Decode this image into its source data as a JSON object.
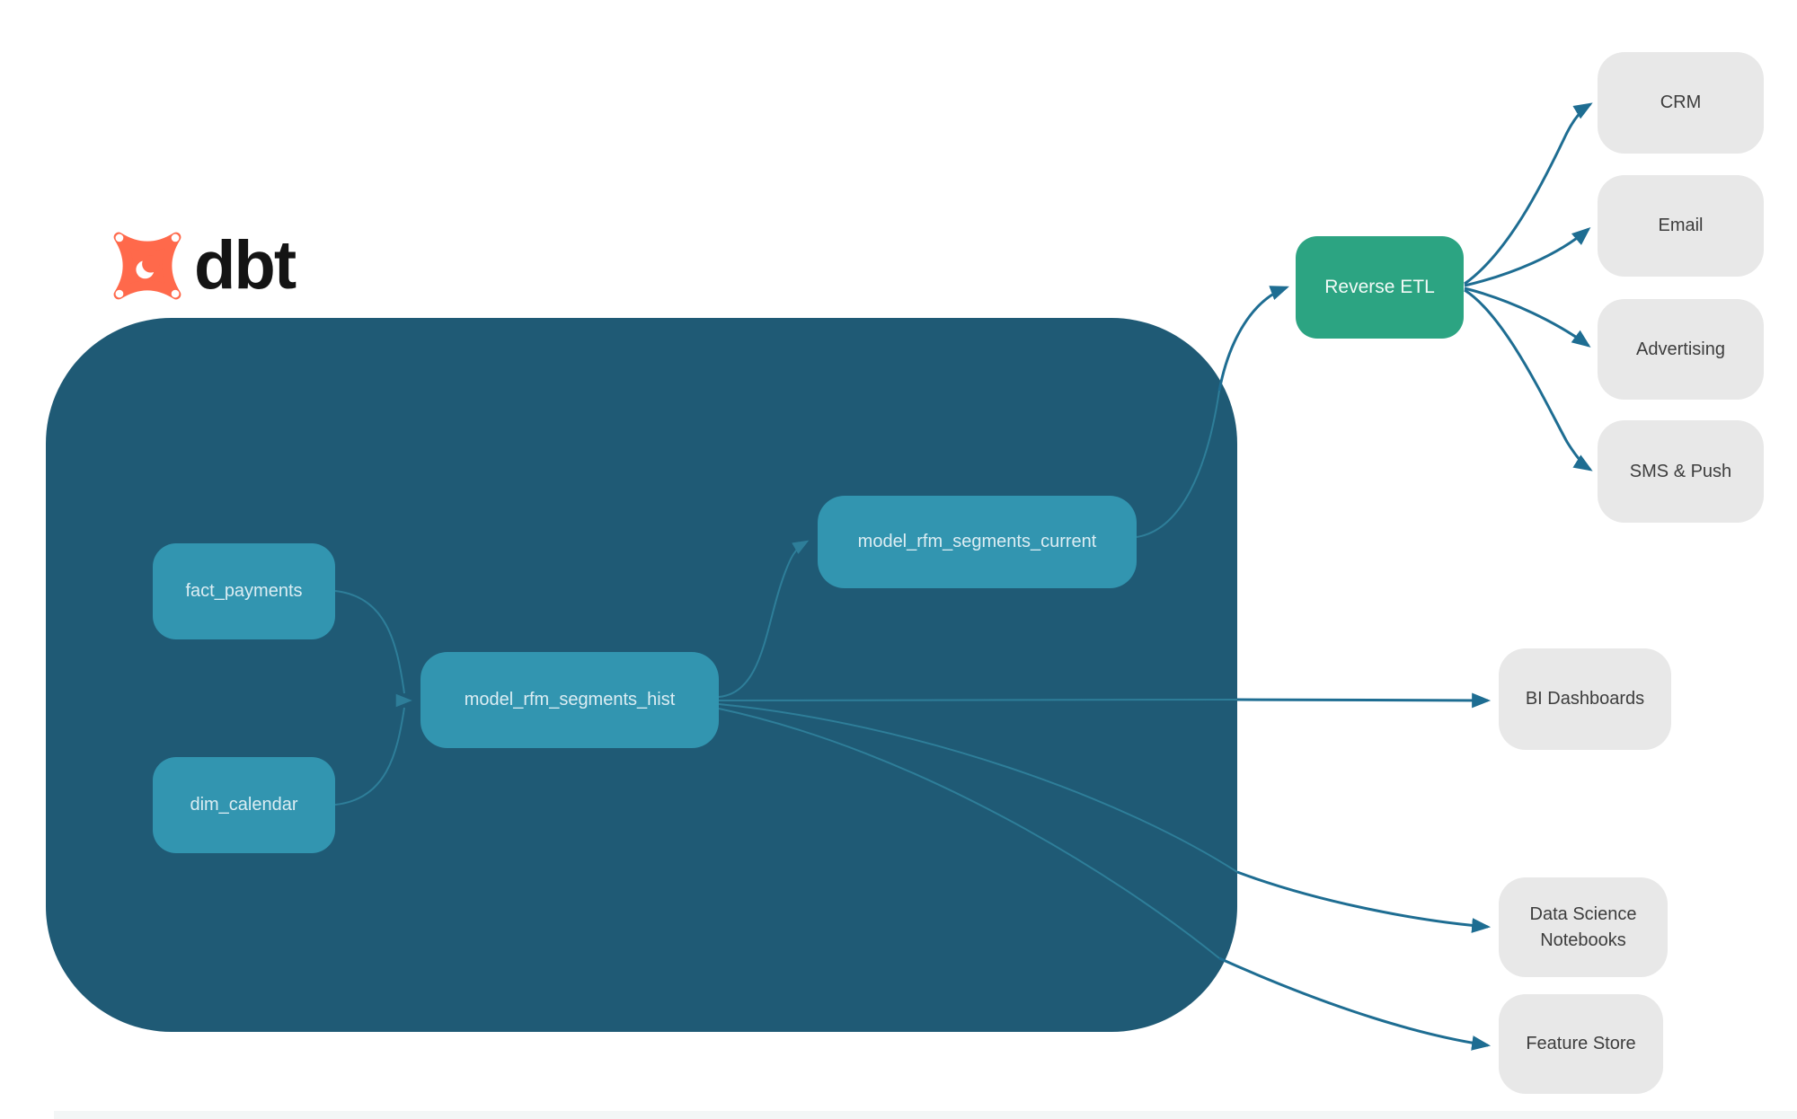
{
  "diagram": {
    "logo": {
      "wordmark": "dbt",
      "icon": "dbt-star-icon"
    },
    "warehouse_nodes": {
      "fact_payments": {
        "label": "fact_payments"
      },
      "dim_calendar": {
        "label": "dim_calendar"
      },
      "model_rfm_segments_hist": {
        "label": "model_rfm_segments_hist"
      },
      "model_rfm_segments_current": {
        "label": "model_rfm_segments_current"
      }
    },
    "reverse_etl": {
      "label": "Reverse ETL"
    },
    "destinations": {
      "crm": {
        "label": "CRM"
      },
      "email": {
        "label": "Email"
      },
      "advertising": {
        "label": "Advertising"
      },
      "sms_push": {
        "label": "SMS & Push"
      },
      "bi_dashboards": {
        "label": "BI Dashboards"
      },
      "data_science_notebooks": {
        "label": "Data Science Notebooks"
      },
      "feature_store": {
        "label": "Feature Store"
      }
    },
    "colors": {
      "warehouse_container": "#1f5a75",
      "model_node": "#3295b0",
      "reverse_etl_node": "#2ca482",
      "destination_node": "#e8e8e8",
      "edge_inside": "#2e7e99",
      "edge_outside": "#1e6d92",
      "logo_orange": "#ff694b",
      "node_text": "#dcedf3",
      "destination_text": "#3d3d3d"
    }
  }
}
